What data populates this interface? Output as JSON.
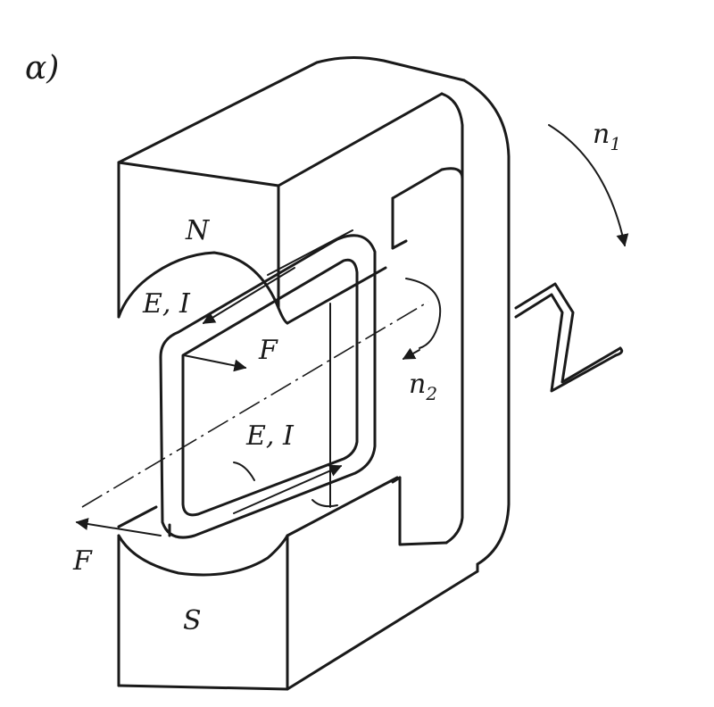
{
  "figure": {
    "panel_label": "α)",
    "labels": {
      "north_pole": "N",
      "south_pole": "S",
      "emf_current_top": "E, I",
      "emf_current_bottom": "E, I",
      "force_top": "F",
      "force_bottom": "F",
      "rotation_frame": "n",
      "rotation_frame_sub": "1",
      "rotation_coil": "n",
      "rotation_coil_sub": "2"
    }
  }
}
